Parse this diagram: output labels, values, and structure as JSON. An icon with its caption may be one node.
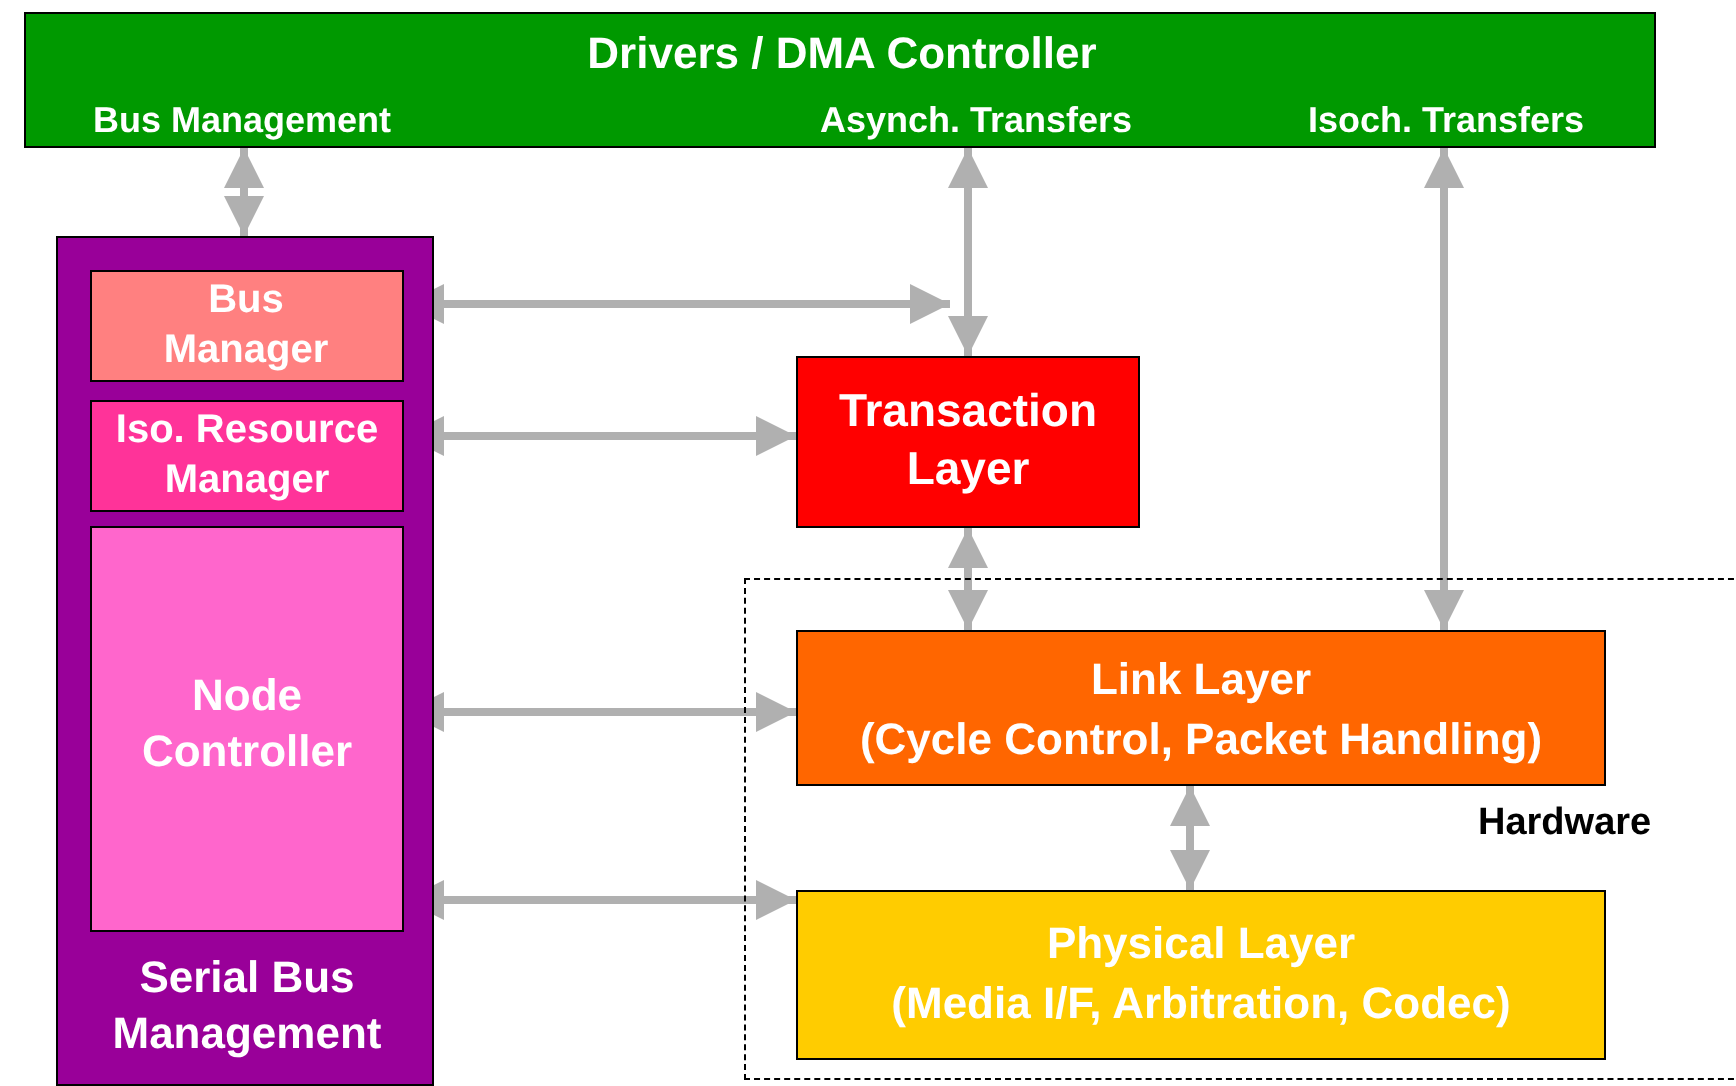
{
  "diagram": {
    "nodes": [
      {
        "text": [
          "Drivers / DMA Controller",
          "Bus Management",
          "Asynch. Transfers",
          "Isoch. Transfers"
        ]
      },
      {
        "text": [
          "Serial Bus Management"
        ]
      },
      {
        "text": [
          "Bus Manager"
        ],
        "in": 1
      },
      {
        "text": [
          "Iso. Resource Manager"
        ],
        "in": 1
      },
      {
        "text": [
          "Node Controller"
        ],
        "in": 1
      },
      {
        "text": [
          "Transaction Layer"
        ]
      },
      {
        "text": [
          "Hardware"
        ]
      },
      {
        "text": [
          "Link Layer",
          "(Cycle Control, Packet Handling)"
        ],
        "in": 6
      },
      {
        "text": [
          "Physical Layer",
          "(Media I/F, Arbitration, Codec)"
        ],
        "in": 6
      }
    ],
    "edges": [
      {
        "from": 0,
        "to": 1,
        "arrow": "both"
      },
      {
        "from": 2,
        "to": 5,
        "arrow": "both"
      },
      {
        "from": 0,
        "to": 5,
        "arrow": "both"
      },
      {
        "from": 3,
        "to": 5,
        "arrow": "both"
      },
      {
        "from": 0,
        "to": 7,
        "arrow": "both"
      },
      {
        "from": 5,
        "to": 7,
        "arrow": "both"
      },
      {
        "from": 4,
        "to": 7,
        "arrow": "both"
      },
      {
        "from": 4,
        "to": 8,
        "arrow": "both"
      },
      {
        "from": 7,
        "to": 8,
        "arrow": "both"
      }
    ]
  }
}
